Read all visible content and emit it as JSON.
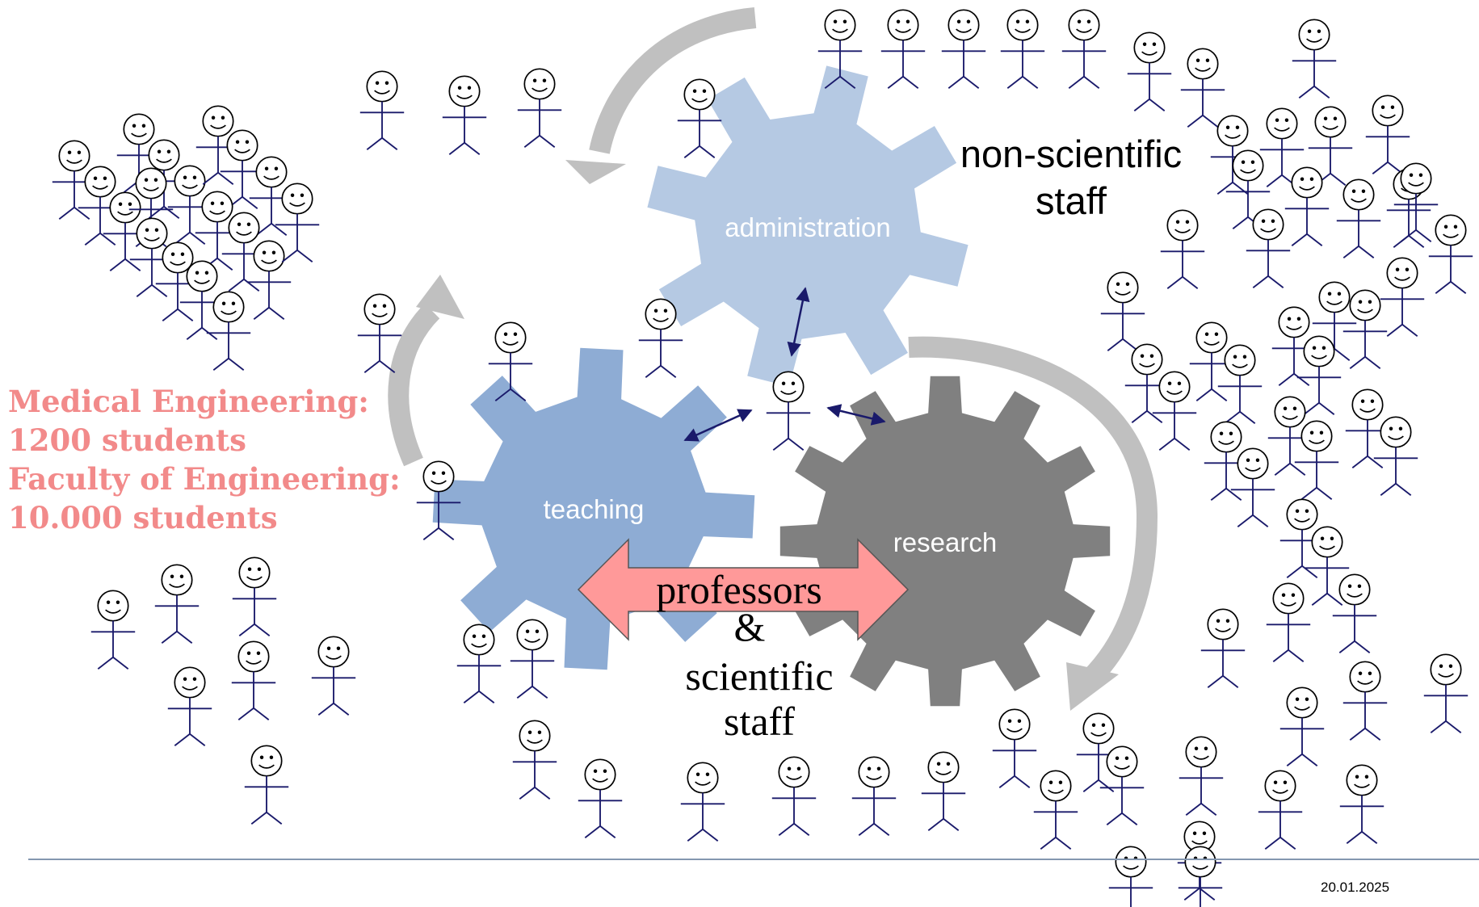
{
  "gears": {
    "administration": "administration",
    "teaching": "teaching",
    "research": "research"
  },
  "labels": {
    "non_scientific_line1": "non-scientific",
    "non_scientific_line2": "staff",
    "professors": "professors",
    "ampersand": "&",
    "scientific": "scientific",
    "scientific_staff": "staff"
  },
  "stats": {
    "line1": "Medical Engineering:",
    "line2": "1200 students",
    "line3": "Faculty of Engineering:",
    "line4": "10.000 students"
  },
  "footer": {
    "date": "20.01.2025"
  },
  "colors": {
    "admin_gear": "#b5c9e3",
    "teaching_gear": "#8eacd4",
    "research_gear": "#808080",
    "cycle_arrow": "#c0c0c0",
    "professors_arrow": "#ff9999",
    "stats_text": "#f28a8a",
    "figure_stroke": "#1a1a6b",
    "footer_line": "#8497b0"
  }
}
